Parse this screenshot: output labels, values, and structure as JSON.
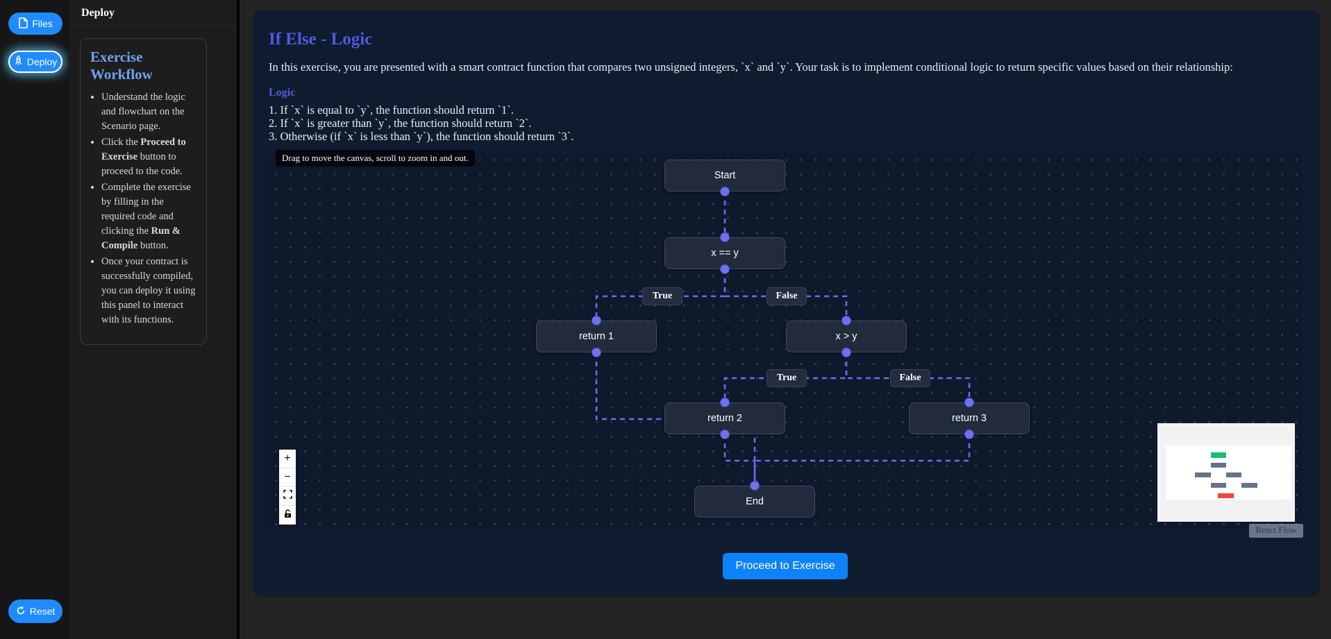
{
  "rail": {
    "files_label": "Files",
    "deploy_label": "Deploy",
    "reset_label": "Reset",
    "accent_color": "#1f8bff"
  },
  "panel": {
    "header": "Deploy",
    "workflow_title": "Exercise Workflow",
    "workflow_steps": [
      {
        "parts": [
          {
            "t": "Understand the logic and flowchart on the Scenario page.",
            "b": false
          }
        ]
      },
      {
        "parts": [
          {
            "t": "Click the ",
            "b": false
          },
          {
            "t": "Proceed to Exercise",
            "b": true
          },
          {
            "t": " button to proceed to the code.",
            "b": false
          }
        ]
      },
      {
        "parts": [
          {
            "t": "Complete the exercise by filling in the required code and clicking the ",
            "b": false
          },
          {
            "t": "Run & Compile",
            "b": true
          },
          {
            "t": " button.",
            "b": false
          }
        ]
      },
      {
        "parts": [
          {
            "t": "Once your contract is successfully compiled, you can deploy it using this panel to interact with its functions.",
            "b": false
          }
        ]
      }
    ]
  },
  "main": {
    "title": "If Else - Logic",
    "title_color": "#5457e2",
    "intro": "In this exercise, you are presented with a smart contract function that compares two unsigned integers, `x` and `y`. Your task is to implement conditional logic to return specific values based on their relationship:",
    "logic_heading": "Logic",
    "logic_items": [
      "1. If `x` is equal to `y`, the function should return `1`.",
      "2. If `x` is greater than `y`, the function should return `2`.",
      "3. Otherwise (if `x` is less than `y`), the function should return `3`."
    ],
    "proceed_button": "Proceed to Exercise"
  },
  "flowchart": {
    "tooltip": "Drag to move the canvas, scroll to zoom in and out.",
    "nodes": [
      {
        "id": "start",
        "label": "Start"
      },
      {
        "id": "cond-x-eq-y",
        "label": "x == y"
      },
      {
        "id": "return-1",
        "label": "return 1"
      },
      {
        "id": "cond-x-gt-y",
        "label": "x > y"
      },
      {
        "id": "return-2",
        "label": "return 2"
      },
      {
        "id": "return-3",
        "label": "return 3"
      },
      {
        "id": "end",
        "label": "End"
      }
    ],
    "edge_labels": [
      "True",
      "False",
      "True",
      "False"
    ],
    "edge_color": "#6a6ef0",
    "handle_color": "#6e72ef",
    "attribution": "React Flow",
    "minimap_colors": {
      "start": "#17c06f",
      "node": "#64748b",
      "end": "#ef4444"
    }
  }
}
